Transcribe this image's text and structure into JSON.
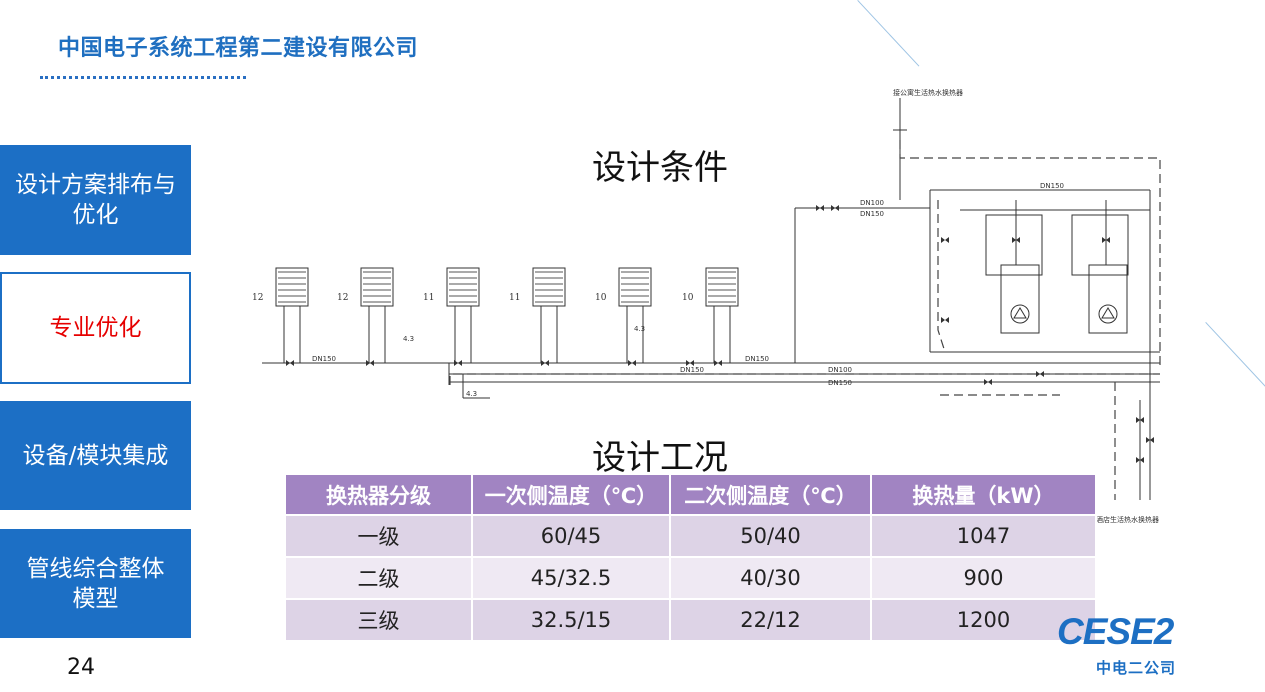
{
  "header": {
    "company": "中国电子系统工程第二建设有限公司"
  },
  "nav": [
    {
      "label": "设计方案排布与优化",
      "active": false
    },
    {
      "label": "专业优化",
      "active": true
    },
    {
      "label": "设备/模块集成",
      "active": false
    },
    {
      "label": "管线综合整体模型",
      "active": false
    }
  ],
  "page_number": "24",
  "titles": {
    "conditions": "设计条件",
    "working": "设计工况"
  },
  "diagram": {
    "labels": {
      "top_heater": "接公寓生活热水换热器",
      "bottom_heater": "酒店生活热水换热器",
      "hx": [
        "12",
        "12",
        "11",
        "11",
        "10",
        "10"
      ],
      "valve_num": "4.3",
      "pipe_dn150": "DN150",
      "pipe_dn100": "DN100"
    }
  },
  "table": {
    "headers": [
      "换热器分级",
      "一次侧温度（℃）",
      "二次侧温度（℃）",
      "换热量（kW）"
    ],
    "rows": [
      [
        "一级",
        "60/45",
        "50/40",
        "1047"
      ],
      [
        "二级",
        "45/32.5",
        "40/30",
        "900"
      ],
      [
        "三级",
        "32.5/15",
        "22/12",
        "1200"
      ]
    ]
  },
  "logo": {
    "word": "CESE2",
    "cn": "中电二公司"
  },
  "colors": {
    "brand_blue": "#1c6fc5",
    "table_header": "#a184c2",
    "active_text": "#e60000"
  }
}
